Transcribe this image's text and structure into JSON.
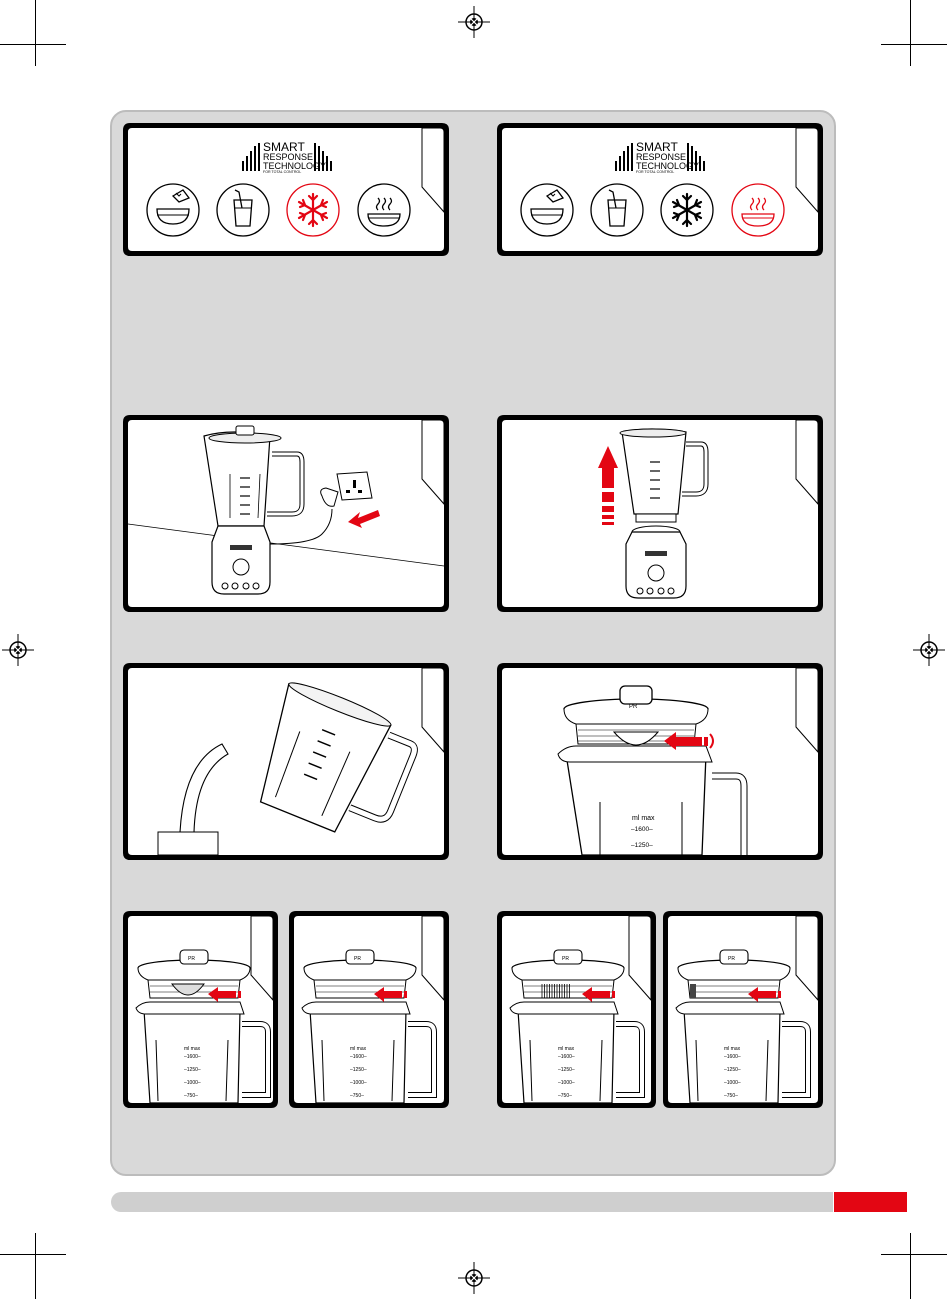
{
  "colors": {
    "accent_red": "#e30613",
    "panel_gray": "#d9d9d9",
    "bar_gray": "#cfcfcf"
  },
  "logo": {
    "line1": "SMART",
    "line2": "RESPONSE",
    "line3": "TECHNOLOGY",
    "line4": "FOR TOTAL CONTROL"
  },
  "programs": {
    "card_left": [
      {
        "icon": "crush-icon",
        "active": false
      },
      {
        "icon": "smoothie-icon",
        "active": false
      },
      {
        "icon": "ice-crush-icon",
        "active": true
      },
      {
        "icon": "soup-icon",
        "active": false
      }
    ],
    "card_right": [
      {
        "icon": "crush-icon",
        "active": false
      },
      {
        "icon": "smoothie-icon",
        "active": false
      },
      {
        "icon": "ice-crush-icon",
        "active": false
      },
      {
        "icon": "soup-icon",
        "active": true
      }
    ]
  },
  "jug": {
    "unit": "ml",
    "max_label": "max",
    "scale_labels": [
      "1600",
      "1250",
      "1000",
      "750"
    ]
  },
  "brand_mark": "PR"
}
